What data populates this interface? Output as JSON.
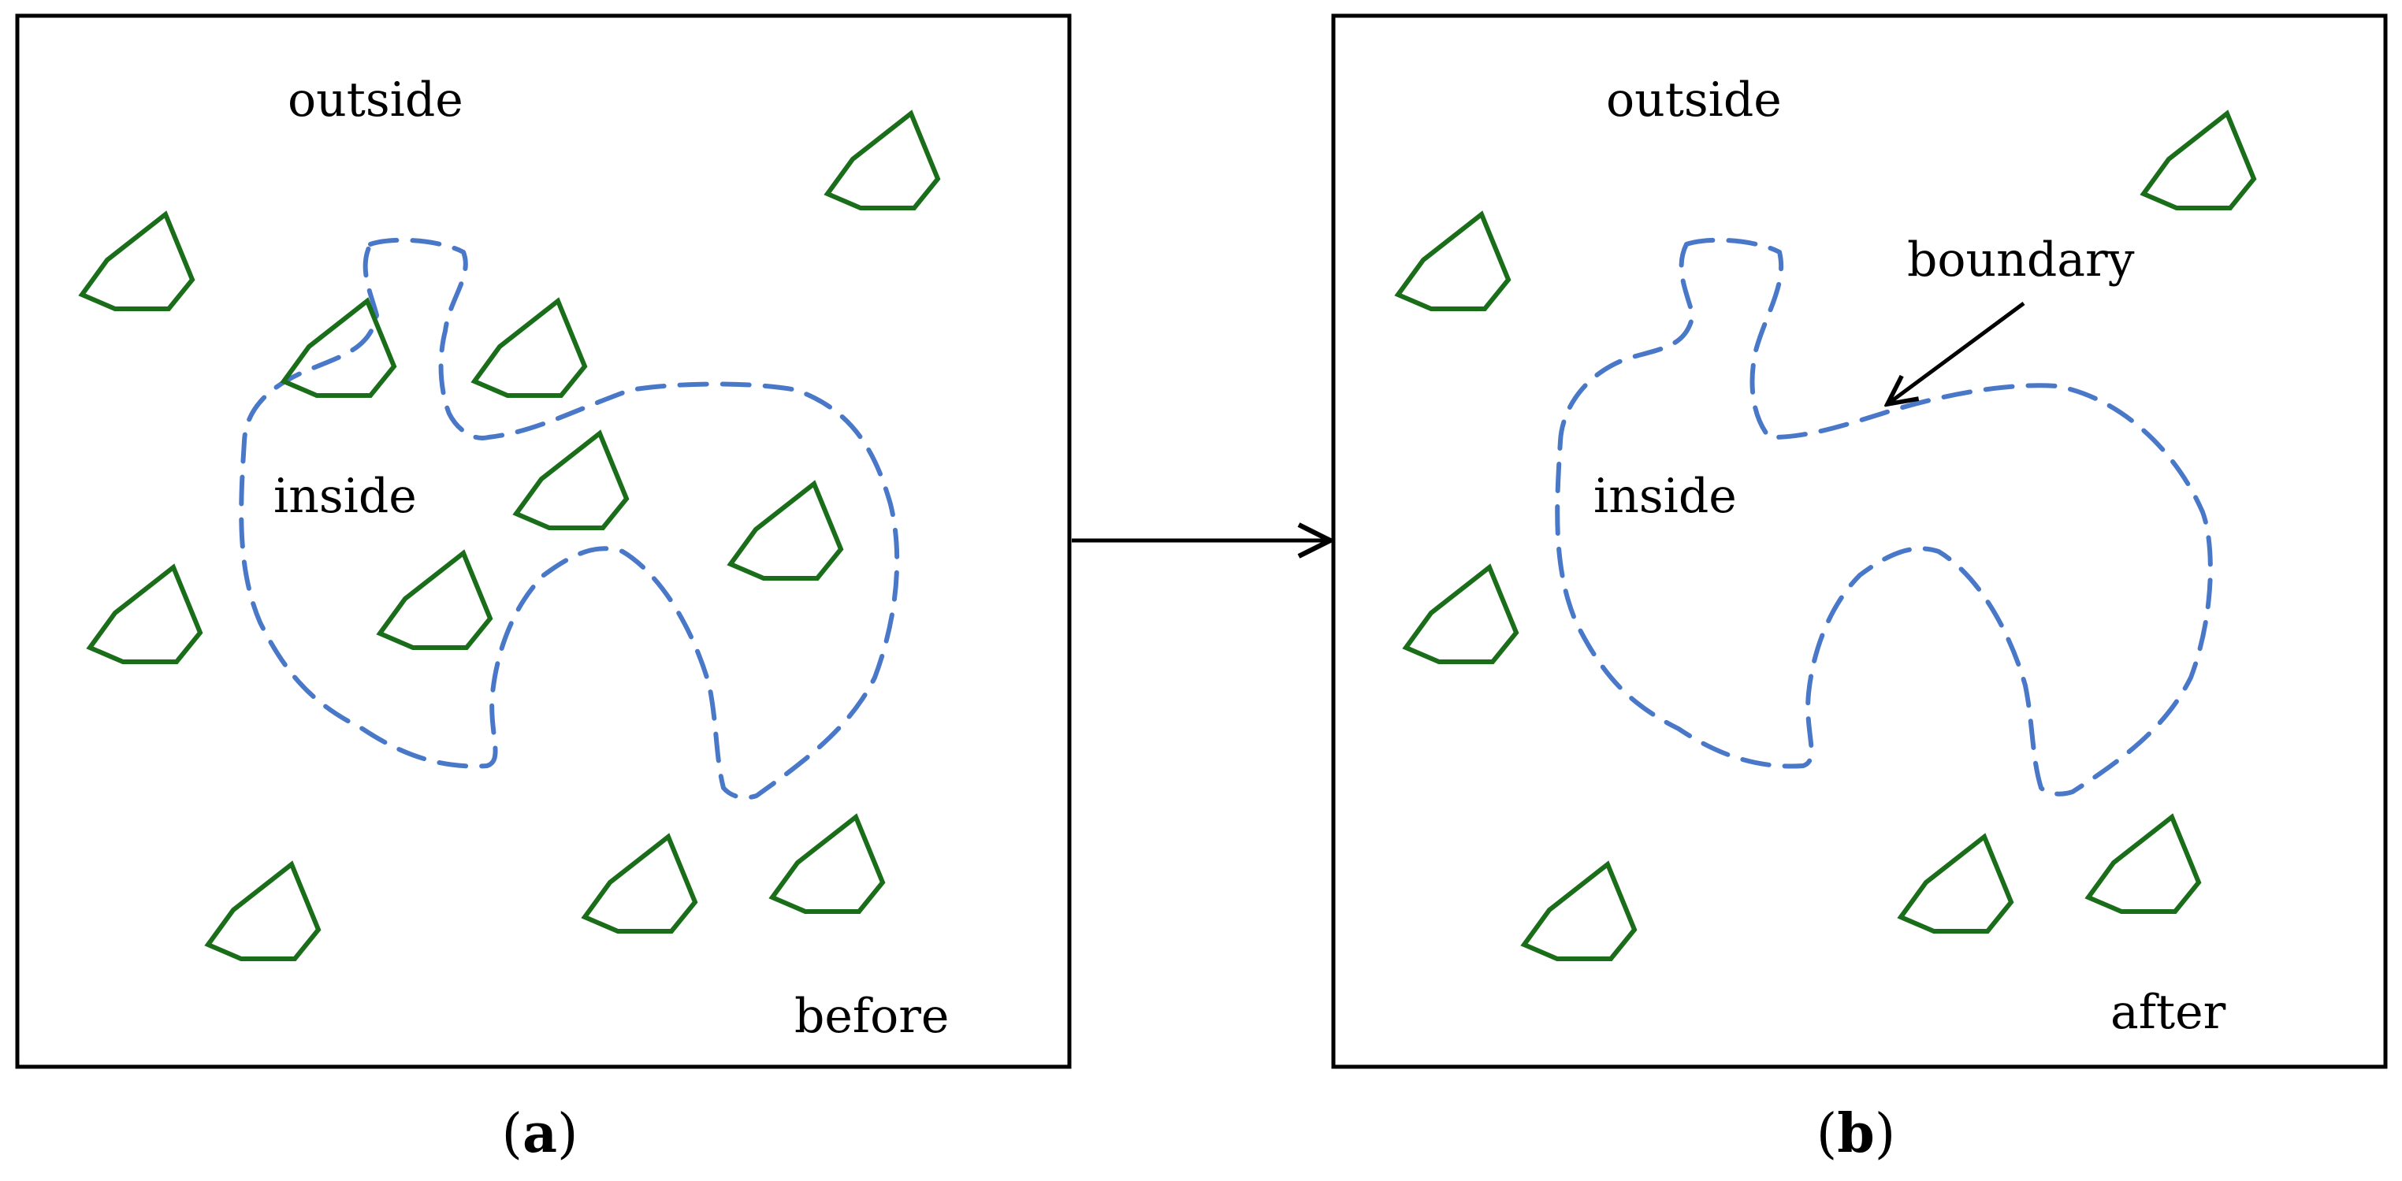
{
  "panels": [
    {
      "id": "a",
      "caption_open": "(",
      "caption_letter": "a",
      "caption_close": ")",
      "outside_label": "outside",
      "inside_label": "inside",
      "state_label": "before"
    },
    {
      "id": "b",
      "caption_open": "(",
      "caption_letter": "b",
      "caption_close": ")",
      "outside_label": "outside",
      "inside_label": "inside",
      "state_label": "after",
      "annotation_label": "boundary"
    }
  ],
  "colors": {
    "boundary": "#4a78c8",
    "obstacle": "#1a6e1a",
    "frame": "#000000"
  },
  "legend_semantics": {
    "boundary_style": "dashed",
    "obstacle_shape": "pentagon"
  }
}
